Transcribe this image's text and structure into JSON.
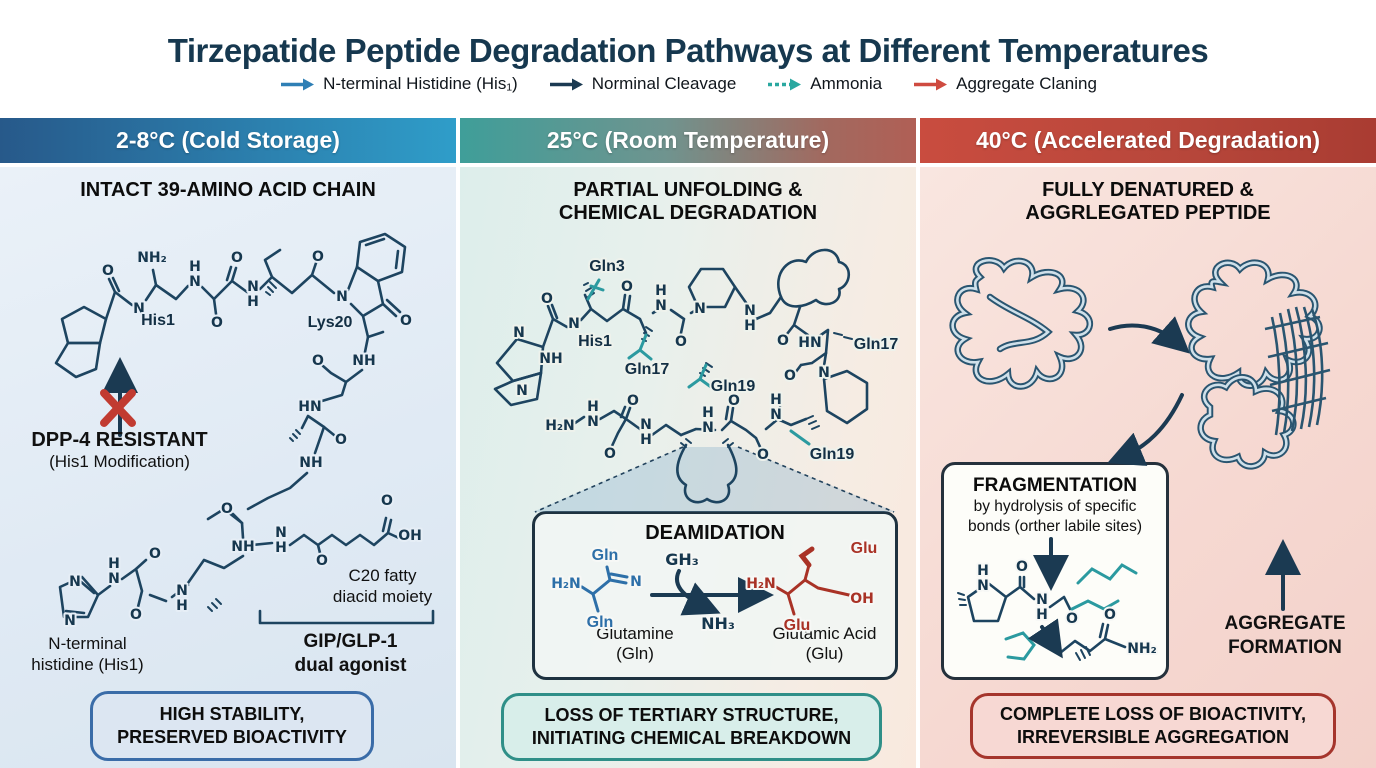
{
  "title": "Tirzepatide Peptide Degradation Pathways at Different Temperatures",
  "legend": {
    "items": [
      {
        "label": "N-terminal Histidine (His₁)",
        "color": "#2e7fb5"
      },
      {
        "label": "Norminal Cleavage",
        "color": "#1b3a52"
      },
      {
        "label": "Ammonia",
        "color": "#2aa8a0"
      },
      {
        "label": "Aggregate Claning",
        "color": "#cf4b40"
      }
    ]
  },
  "atoms": {
    "o": "O",
    "n": "N",
    "nh": "NH",
    "hn": "HN",
    "h": "H",
    "nh2": "NH₂",
    "h2n": "H₂N",
    "oh": "OH"
  },
  "col1": {
    "header": "2-8°C (Cold Storage)",
    "subheader": "INTACT 39-AMINO ACID CHAIN",
    "his1": "His1",
    "lys20": "Lys20",
    "dpp4_line1": "DPP-4 RESISTANT",
    "dpp4_line2": "(His1 Modification)",
    "nterm_line1": "N-terminal",
    "nterm_line2": "histidine (His1)",
    "c20_line1": "C20 fatty",
    "c20_line2": "diacid moiety",
    "gip_line1": "GIP/GLP-1",
    "gip_line2": "dual agonist",
    "status_line1": "HIGH STABILITY,",
    "status_line2": "PRESERVED BIOACTIVITY",
    "accent": "#3a6ca8",
    "x_color": "#c13b31"
  },
  "col2": {
    "header": "25°C (Room Temperature)",
    "subheader_line1": "PARTIAL UNFOLDING &",
    "subheader_line2": "CHEMICAL DEGRADATION",
    "his1": "His1",
    "gln3": "Gln3",
    "gln17": "Gln17",
    "gln19": "Gln19",
    "deamidation": {
      "title": "DEAMIDATION",
      "gln": "Gln",
      "glu": "Glu",
      "gh3": "GH₃",
      "nh3": "NH₃",
      "left_name_line1": "Glutamine",
      "left_name_line2": "(Gln)",
      "right_name_line1": "Glutamic Acid",
      "right_name_line2": "(Glu)",
      "left_color": "#2d6fa8",
      "right_color": "#a93226"
    },
    "status_line1": "LOSS OF TERTIARY STRUCTURE,",
    "status_line2": "INITIATING CHEMICAL BREAKDOWN",
    "accent": "#2f8f88"
  },
  "col3": {
    "header": "40°C (Accelerated Degradation)",
    "subheader_line1": "FULLY DENATURED &",
    "subheader_line2": "AGGRLEGATED PEPTIDE",
    "fragmentation": {
      "title": "FRAGMENTATION",
      "line1": "by hydrolysis of specific",
      "line2": "bonds (orther labile sites)"
    },
    "aggregate_line1": "AGGREGATE",
    "aggregate_line2": "FORMATION",
    "status_line1": "COMPLETE LOSS OF BIOACTIVITY,",
    "status_line2": "IRREVERSIBLE AGGREGATION",
    "accent": "#a5352c"
  }
}
